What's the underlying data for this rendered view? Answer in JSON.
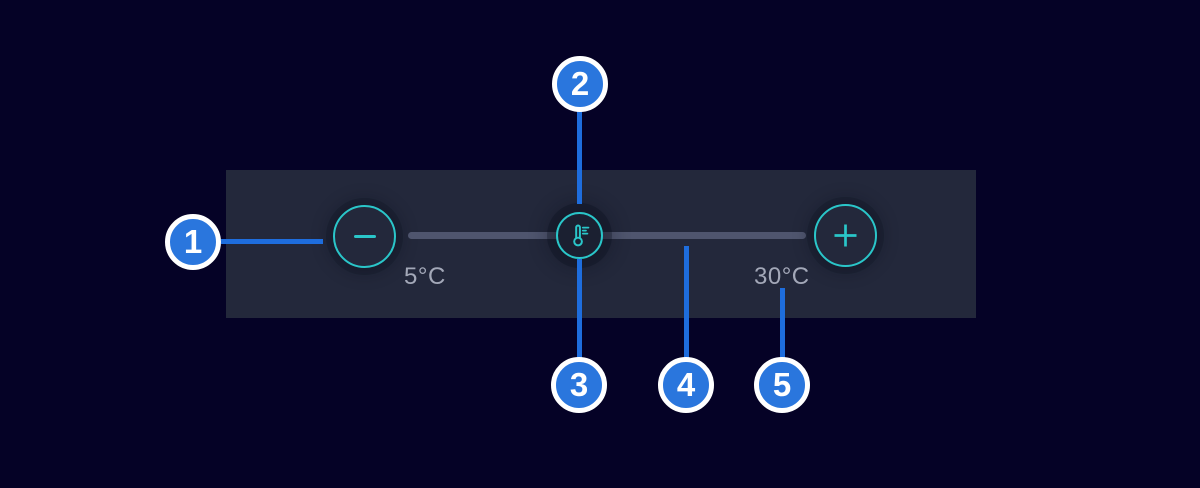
{
  "colors": {
    "page_bg": "#050226",
    "panel_bg": "#23283b",
    "track": "#4f556e",
    "accent_teal": "#2ac6c9",
    "badge_blue": "#2a76dd",
    "line_blue": "#1e6ddd",
    "label_gray": "#a3a8b8",
    "badge_ring": "#ffffff",
    "handle_bg": "#1b2031"
  },
  "slider": {
    "min_label": "5°C",
    "max_label": "30°C",
    "decrease_icon": "minus-icon",
    "increase_icon": "plus-icon",
    "handle_icon": "thermometer-icon"
  },
  "callouts": [
    {
      "number": "1",
      "target": "decrease-temperature-button"
    },
    {
      "number": "2",
      "target": "slider-handle"
    },
    {
      "number": "3",
      "target": "slider-handle"
    },
    {
      "number": "4",
      "target": "slider-track"
    },
    {
      "number": "5",
      "target": "max-range-label"
    }
  ]
}
